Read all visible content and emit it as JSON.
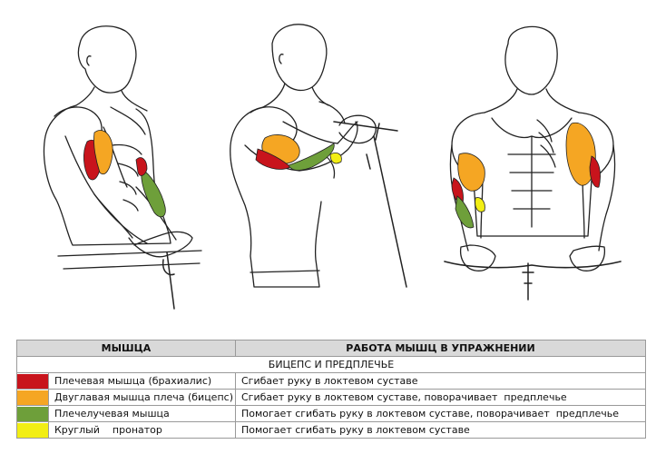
{
  "table": {
    "header_muscle": "МЫШЦА",
    "header_work": "РАБОТА МЫШЦ В УПРАЖНЕНИИ",
    "section": "БИЦЕПС И ПРЕДПЛЕЧЬЕ",
    "rows": [
      {
        "color": "#c8141c",
        "name": "Плечевая мышца (брахиалис)",
        "desc": "Сгибает руку в локтевом суставе"
      },
      {
        "color": "#f5a623",
        "name": "Двуглавая мышца плеча (бицепс)",
        "desc": "Сгибает руку в локтевом суставе, поворачивает  предплечье"
      },
      {
        "color": "#6e9f3a",
        "name": "Плечелучевая мышца",
        "desc": "Помогает сгибать руку в локтевом суставе, поворачивает  предплечье"
      },
      {
        "color": "#f2ee14",
        "name": "Круглый    пронатор",
        "desc": "Помогает сгибать руку в локтевом суставе"
      }
    ]
  }
}
